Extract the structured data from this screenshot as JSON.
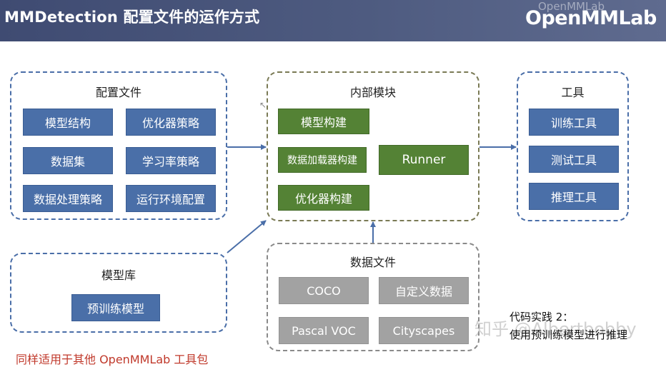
{
  "header": {
    "title": "MMDetection 配置文件的运作方式",
    "logo_text": "OpenMMLab",
    "logo_ghost": "OpenMMLab"
  },
  "config_panel": {
    "title": "配置文件",
    "items": [
      "模型结构",
      "优化器策略",
      "数据集",
      "学习率策略",
      "数据处理策略",
      "运行环境配置"
    ]
  },
  "internal_panel": {
    "title": "内部模块",
    "items": [
      "模型构建",
      "数据加载器构建",
      "优化器构建"
    ],
    "runner": "Runner"
  },
  "tools_panel": {
    "title": "工具",
    "items": [
      "训练工具",
      "测试工具",
      "推理工具"
    ]
  },
  "model_zoo_panel": {
    "title": "模型库",
    "item": "预训练模型"
  },
  "data_panel": {
    "title": "数据文件",
    "items": [
      "COCO",
      "自定义数据",
      "Pascal VOC",
      "Cityscapes"
    ]
  },
  "note": {
    "line1": "代码实践 2：",
    "line2": "使用预训练模型进行推理"
  },
  "watermark": "知乎 @Albertbobby",
  "footer_text": "同样适用于其他 OpenMMLab 工具包",
  "colors": {
    "header": "#3f4b72",
    "blue_box": "#4a6fa8",
    "green_box": "#548235",
    "gray_box": "#a2a2a2",
    "arrow": "#4a6ea8"
  }
}
